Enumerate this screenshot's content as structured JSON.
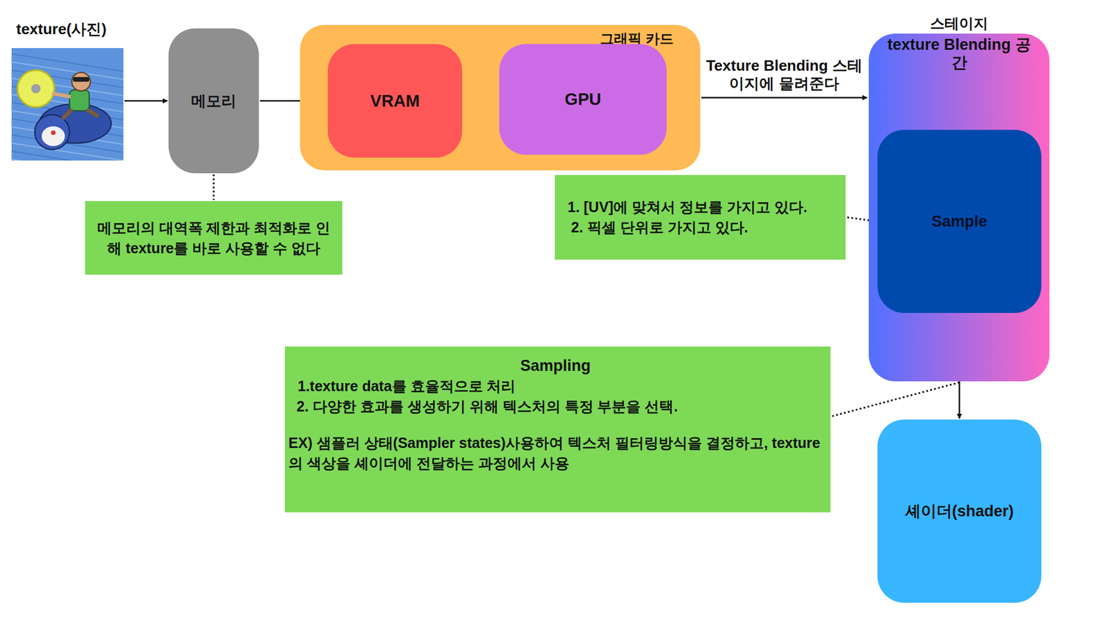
{
  "diagram": {
    "nodes": [
      {
        "text": [
          "texture(사진)"
        ]
      },
      {
        "text": [
          "메모리"
        ]
      },
      {
        "text": [
          "메모리의 대역폭 제한과 최적화로 인해 texture를 바로 사용할 수 없다"
        ]
      },
      {
        "text": [
          "그래픽 카드"
        ]
      },
      {
        "text": [
          "VRAM"
        ],
        "in": 3
      },
      {
        "text": [
          "GPU"
        ],
        "in": 3
      },
      {
        "text": [
          "스테이지",
          "texture Blending 공간"
        ]
      },
      {
        "text": [
          "Sample"
        ],
        "in": 6
      },
      {
        "text": [
          "1. [UV]에 맞쳐서 정보를 가지고 있다.",
          "2. 픽셀 단위로 가지고 있다."
        ]
      },
      {
        "text": [
          "Sampling",
          "1.texture data를 효율적으로 처리",
          "2. 다양한 효과를 생성하기 위해 텍스처의 특정 부분을 선택.",
          "EX) 샘플러 상태(Sampler states)사용하여 텍스처 필터링방식을 결정하고, texture의 색상을 셰이더에 전달하는 과정에서 사용"
        ]
      },
      {
        "text": [
          "셰이더(shader)"
        ]
      }
    ],
    "edges": [
      {
        "from": 0,
        "to": 1,
        "arrow": "to"
      },
      {
        "from": 1,
        "to": 4,
        "arrow": "to"
      },
      {
        "from": 4,
        "to": 5,
        "arrow": "to"
      },
      {
        "from": 3,
        "to": 6,
        "label": "Texture Blending 스테이지에 물려준다",
        "arrow": "to"
      },
      {
        "from": 7,
        "to": 10,
        "arrow": "to"
      },
      {
        "from": 1,
        "to": 2,
        "arrow": "none"
      },
      {
        "from": 8,
        "to": 7,
        "arrow": "none"
      },
      {
        "from": 9,
        "to": 6,
        "arrow": "none"
      }
    ]
  }
}
